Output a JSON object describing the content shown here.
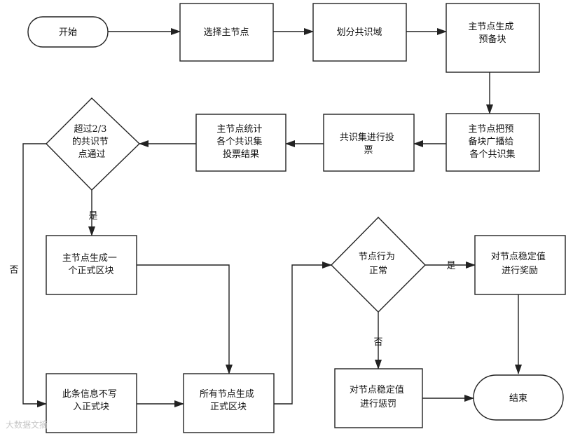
{
  "nodes": {
    "start": "开始",
    "select_master": "选择主节点",
    "divide_domains": "划分共识域",
    "gen_preblock": "主节点生成预备块",
    "broadcast": "主节点把预备块广播给各个共识集",
    "vote": "共识集进行投票",
    "tally": "主节点统计各个共识集投票结果",
    "check_two_thirds": "超过2/3的共识节点通过",
    "formal_block": "主节点生成一个正式区块",
    "not_written": "此条信息不写入正式块",
    "all_nodes_formal": "所有节点生成正式区块",
    "behavior_normal": "节点行为正常",
    "reward": "对节点稳定值进行奖励",
    "punish": "对节点稳定值进行惩罚",
    "end": "结束"
  },
  "edge_labels": {
    "yes_two_thirds": "是",
    "no_two_thirds": "否",
    "yes_normal": "是",
    "no_normal": "否"
  },
  "watermark": "大数据文摘"
}
